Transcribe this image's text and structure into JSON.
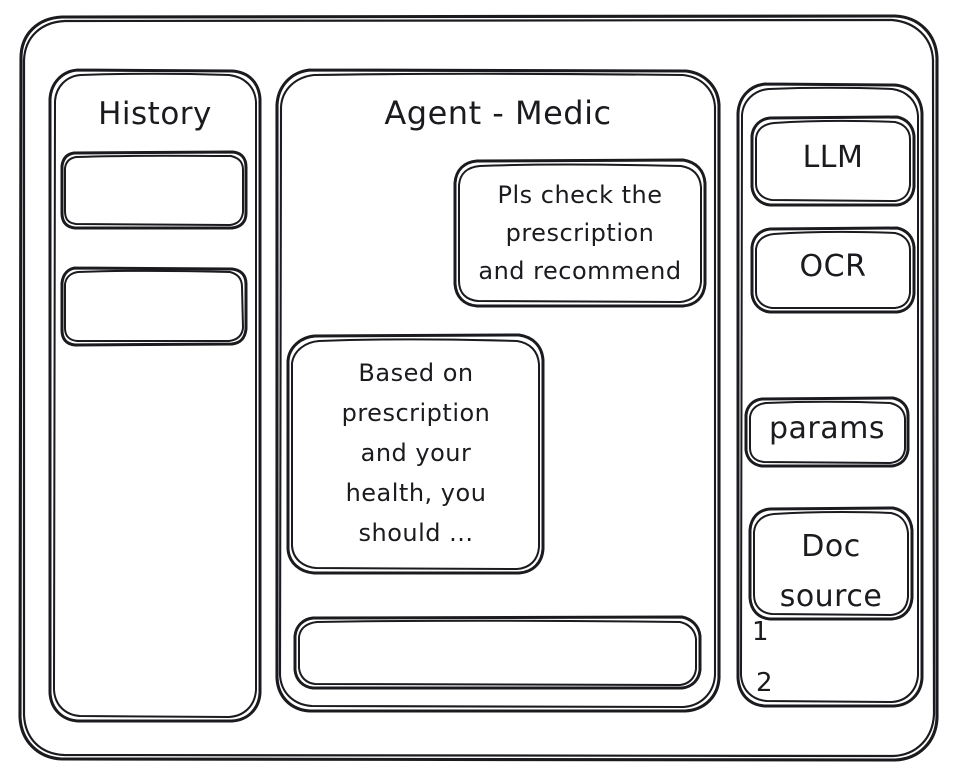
{
  "app": {
    "style": "hand-drawn-wireframe",
    "stroke_color": "#1b1b1f",
    "background_color": "#ffffff"
  },
  "sidebar_left": {
    "title": "History",
    "items": [
      {
        "label": ""
      },
      {
        "label": ""
      }
    ]
  },
  "main": {
    "title": "Agent - Medic",
    "messages": [
      {
        "role": "user",
        "text": "Pls check the\nprescription\nand recommend"
      },
      {
        "role": "agent",
        "text": "Based on\nprescription\nand your\nhealth, you\nshould ..."
      }
    ],
    "composer": {
      "value": "",
      "placeholder": ""
    }
  },
  "sidebar_right": {
    "buttons": [
      {
        "label": "LLM"
      },
      {
        "label": "OCR"
      },
      {
        "label": "params"
      }
    ],
    "doc_source": {
      "label": "Doc\nsource",
      "items": [
        {
          "label": "1"
        },
        {
          "label": "2"
        }
      ]
    }
  }
}
